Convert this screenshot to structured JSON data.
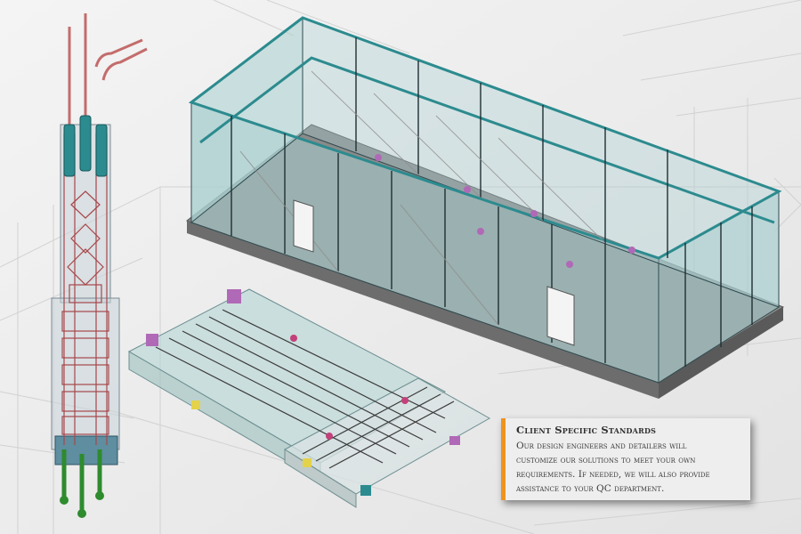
{
  "caption": {
    "title": "Client Specific Standards",
    "lines": [
      "Our design engineers and detailers will",
      "customize our solutions to meet your own",
      "requirements. If needed, we will also provide",
      "assistance to your QC department."
    ]
  },
  "colors": {
    "accent": "#f0931e",
    "glass": "#a9cfd0",
    "rebar": "#d88a8a",
    "bolts": "#2e8b2e",
    "connector": "#b069b6"
  },
  "illustrations": {
    "icons": [
      "column-rebar-render",
      "building-frame-render",
      "slab-render"
    ]
  }
}
